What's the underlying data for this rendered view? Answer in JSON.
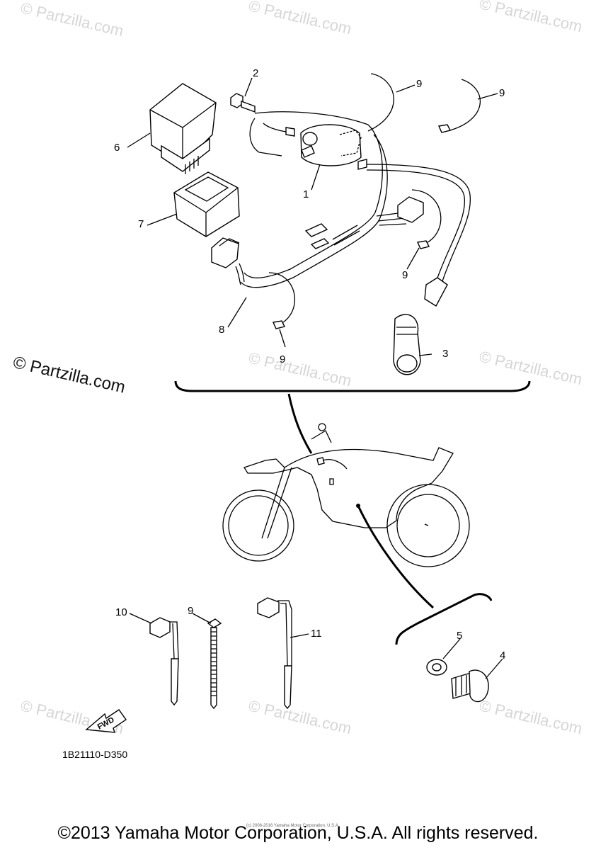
{
  "watermark": "© Partzilla.com",
  "big_watermark": "© Partzilla.com",
  "diagram_code": "1B21110-D350",
  "fwd_label": "FWD",
  "fine_print": "(c) 2006-2016 Yamaha Motor Corporation, U.S.A.",
  "copyright": "©2013 Yamaha Motor Corporation, U.S.A. All rights reserved.",
  "callouts": {
    "c1": "1",
    "c2": "2",
    "c3": "3",
    "c4": "4",
    "c5": "5",
    "c6": "6",
    "c7": "7",
    "c8": "8",
    "c9a": "9",
    "c9b": "9",
    "c9c": "9",
    "c9d": "9",
    "c9e": "9",
    "c10": "10",
    "c11": "11"
  }
}
